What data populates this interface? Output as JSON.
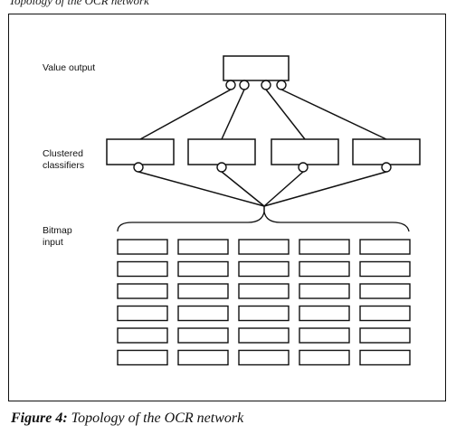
{
  "header_fragment": "Topology of the OCR network",
  "labels": {
    "value_output": "Value output",
    "clustered_line1": "Clustered",
    "clustered_line2": "classifiers",
    "bitmap_line1": "Bitmap",
    "bitmap_line2": "input"
  },
  "caption": {
    "lead": "Figure 4:",
    "text": "Topology of the OCR network"
  },
  "structure": {
    "output_nodes": 4,
    "classifier_count": 4,
    "bitmap_rows": 6,
    "bitmap_cols": 5
  }
}
